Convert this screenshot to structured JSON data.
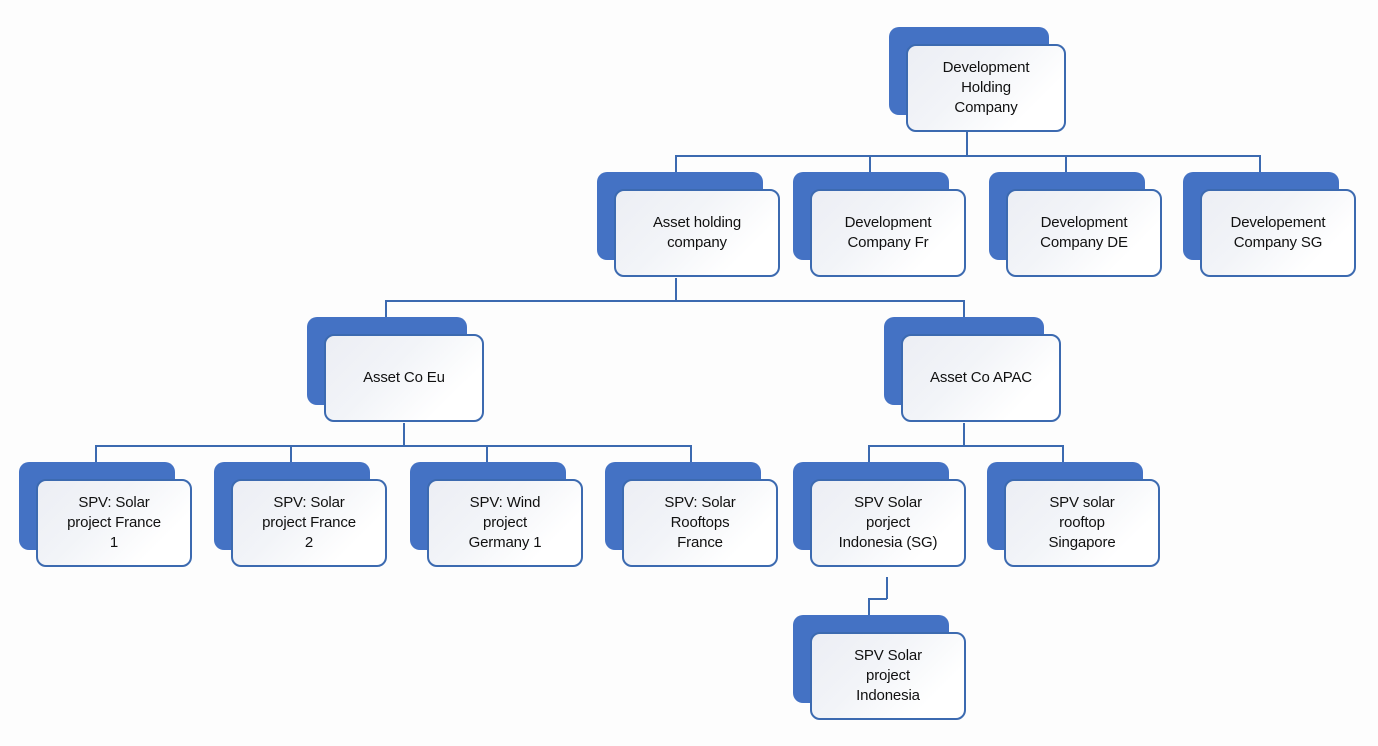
{
  "diagram": {
    "title": "Corporate structure organisation chart",
    "accent_color": "#4472C4",
    "border_color": "#3C6AB0",
    "card_fill": "#f2f4f8",
    "text_color": "#111111",
    "background": "#fdfdfd"
  },
  "nodes": {
    "root": {
      "label": "Development\nHolding\nCompany"
    },
    "asset_holding": {
      "label": "Asset holding\ncompany"
    },
    "dev_fr": {
      "label": "Development\nCompany Fr"
    },
    "dev_de": {
      "label": "Development\nCompany DE"
    },
    "dev_sg": {
      "label": "Developement\nCompany SG"
    },
    "asset_co_eu": {
      "label": "Asset Co Eu"
    },
    "asset_co_apac": {
      "label": "Asset Co APAC"
    },
    "spv_solar_fr_1": {
      "label": "SPV: Solar\nproject France\n1"
    },
    "spv_solar_fr_2": {
      "label": "SPV: Solar\nproject France\n2"
    },
    "spv_wind_de_1": {
      "label": "SPV: Wind\nproject\nGermany 1"
    },
    "spv_solar_rooftops_fr": {
      "label": "SPV: Solar\nRooftops\nFrance"
    },
    "spv_solar_id_sg": {
      "label": "SPV Solar\nporject\nIndonesia (SG)"
    },
    "spv_solar_rooftop_sg": {
      "label": "SPV solar\nrooftop\nSingapore"
    },
    "spv_solar_id": {
      "label": "SPV Solar\nproject\nIndonesia"
    }
  }
}
